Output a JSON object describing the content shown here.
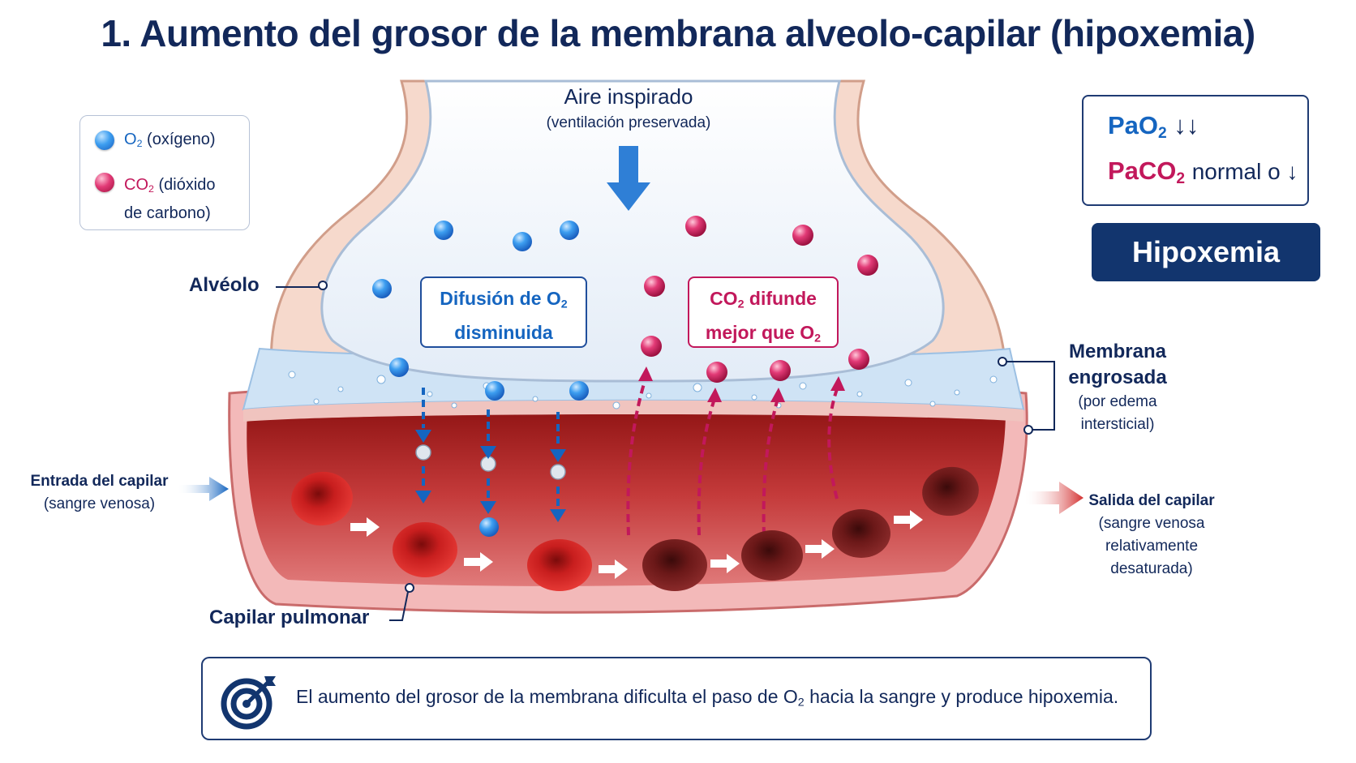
{
  "title": "1. Aumento del grosor de la membrana alveolo-capilar (hipoxemia)",
  "legend": {
    "o2_label": "(oxígeno)",
    "co2_label_line1": "(dióxido",
    "co2_label_line2": "de carbono)"
  },
  "air": {
    "title": "Aire inspirado",
    "subtitle": "(ventilación preservada)"
  },
  "gases": {
    "pao2_arrows": "↓↓",
    "paco2_tail": "normal o ↓",
    "result": "Hipoxemia"
  },
  "labels": {
    "alveolo": "Alvéolo",
    "membrana_line1": "Membrana",
    "membrana_line2": "engrosada",
    "membrana_line3": "(por edema",
    "membrana_line4": "intersticial)",
    "entrada_line1": "Entrada del capilar",
    "entrada_line2": "(sangre venosa)",
    "salida_line1": "Salida del capilar",
    "salida_line2": "(sangre venosa",
    "salida_line3": "relativamente",
    "salida_line4": "desaturada)",
    "capilar": "Capilar pulmonar"
  },
  "callouts": {
    "o2_line1": "Difusión de O",
    "o2_line2": "disminuida",
    "co2_line1": "difunde",
    "co2_line2": "mejor que O"
  },
  "bottom": {
    "text_part1": "El aumento del grosor de la membrana dificulta el paso de O",
    "text_part2": " hacia la sangre y produce hipoxemia."
  },
  "colors": {
    "navy": "#12285a",
    "o2_blue": "#1565c0",
    "co2_magenta": "#c2185b",
    "blood_red": "#c62828",
    "dark_rbc": "#6d1b1b"
  }
}
